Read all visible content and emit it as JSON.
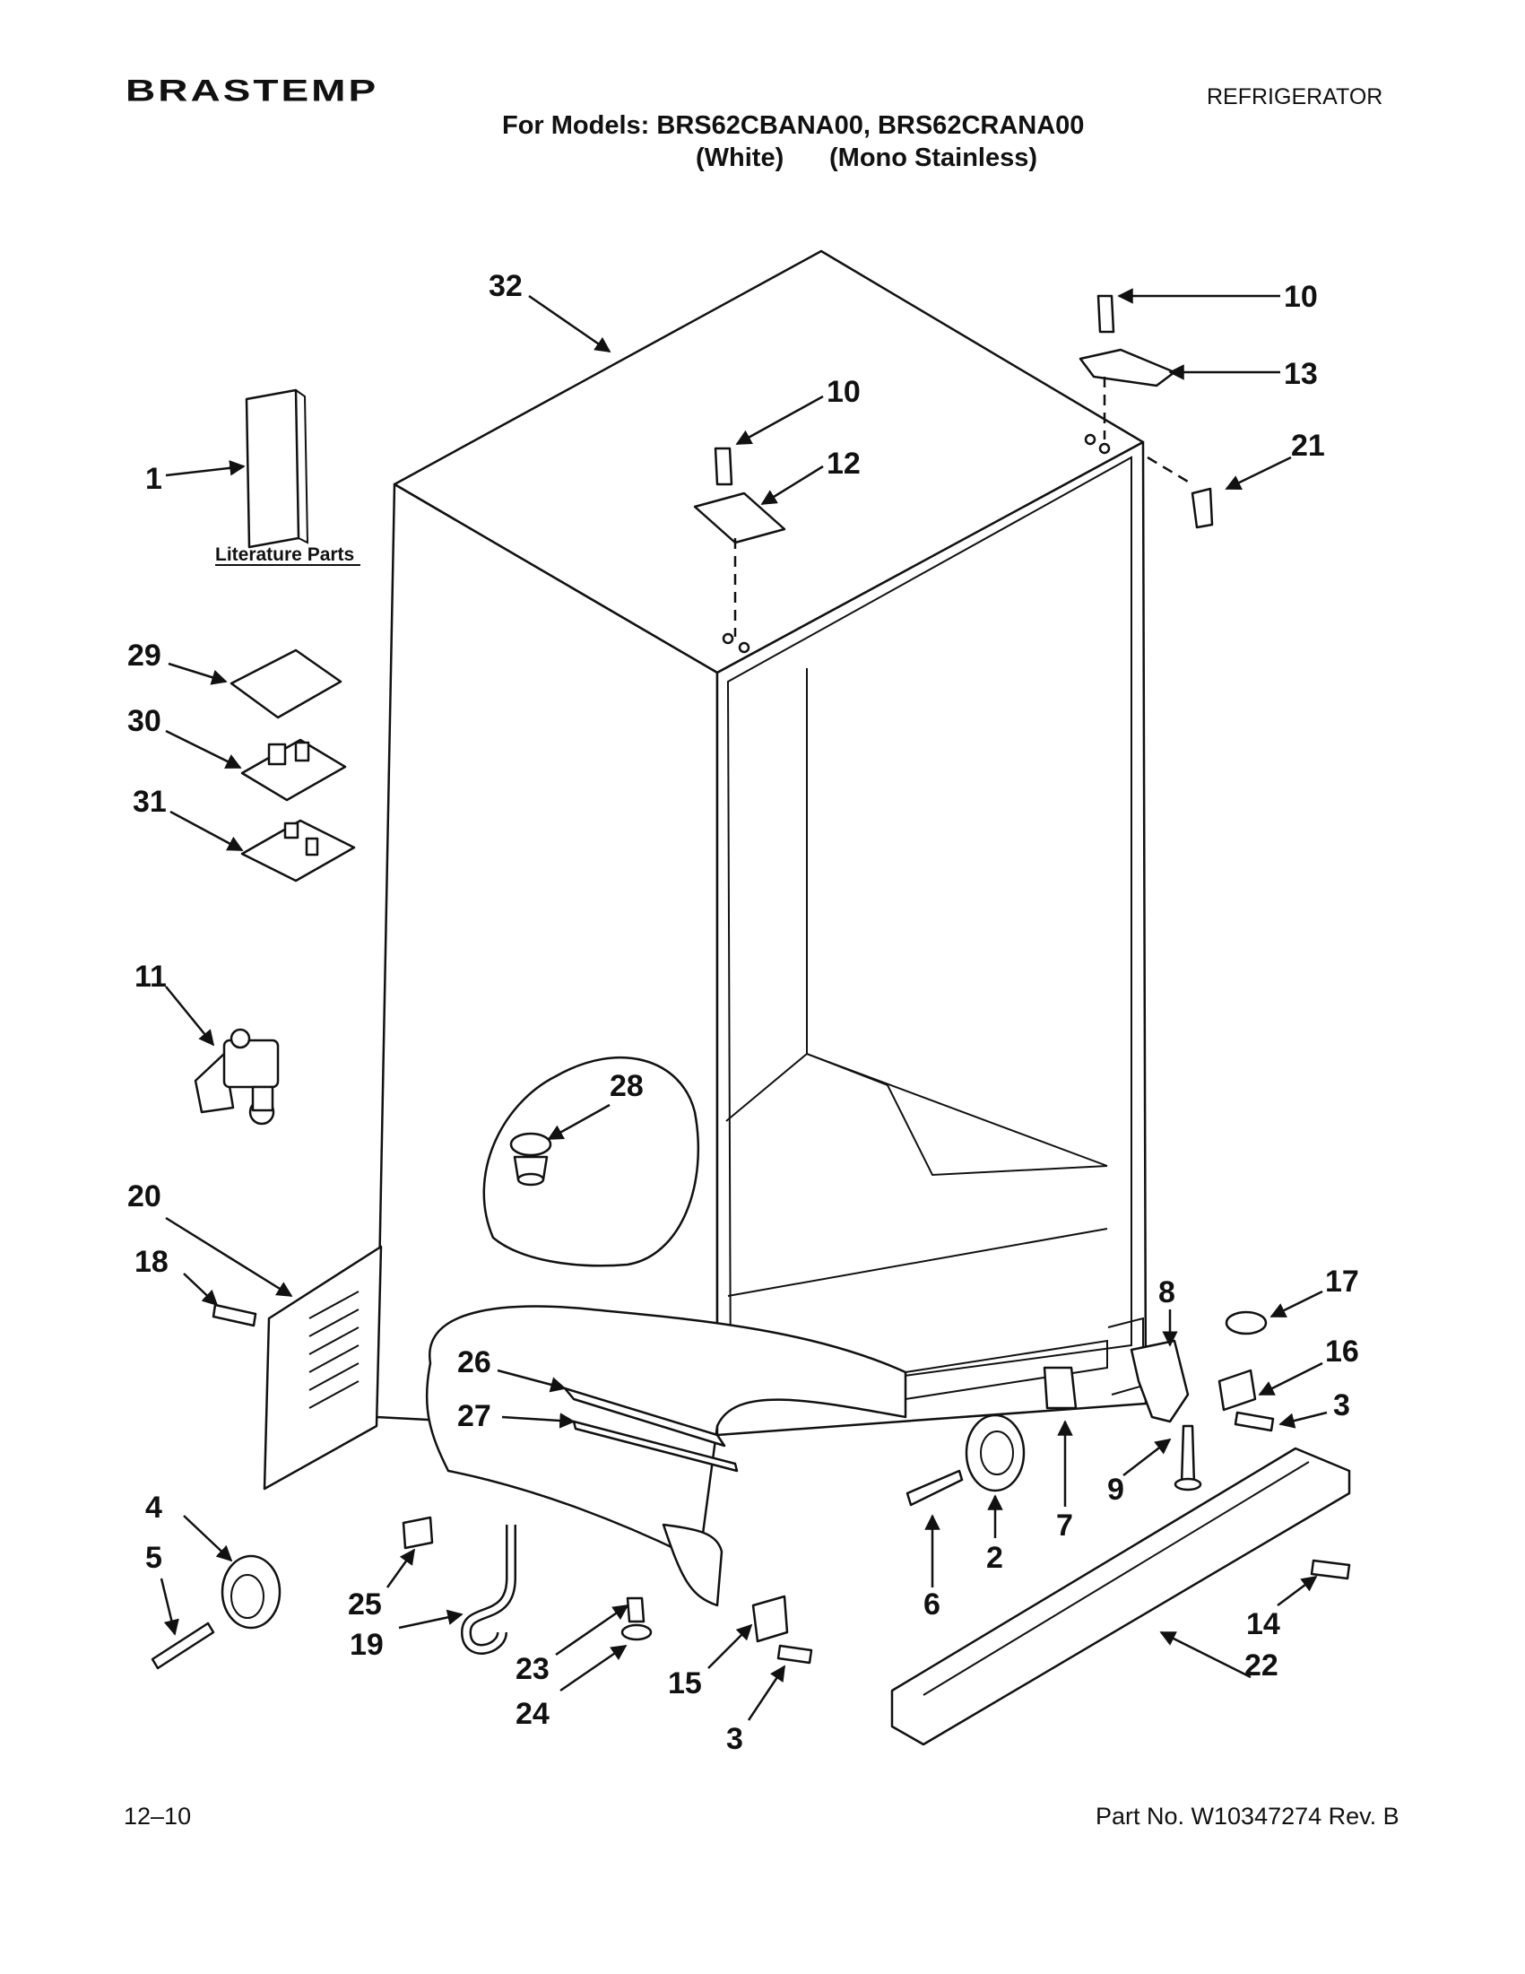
{
  "header": {
    "brand": "BRASTEMP",
    "category": "REFRIGERATOR",
    "models_line": "For Models: BRS62CBANA00, BRS62CRANA00",
    "variant_white": "(White)",
    "variant_stainless": "(Mono Stainless)"
  },
  "diagram": {
    "literature_label": "Literature Parts",
    "callouts": [
      "32",
      "10",
      "13",
      "21",
      "10",
      "12",
      "1",
      "29",
      "30",
      "31",
      "11",
      "28",
      "20",
      "18",
      "8",
      "17",
      "16",
      "3",
      "26",
      "27",
      "9",
      "7",
      "2",
      "6",
      "4",
      "5",
      "25",
      "19",
      "23",
      "24",
      "15",
      "3",
      "14",
      "22"
    ]
  },
  "footer": {
    "date_code": "12–10",
    "part_number": "Part No. W10347274 Rev. B"
  }
}
